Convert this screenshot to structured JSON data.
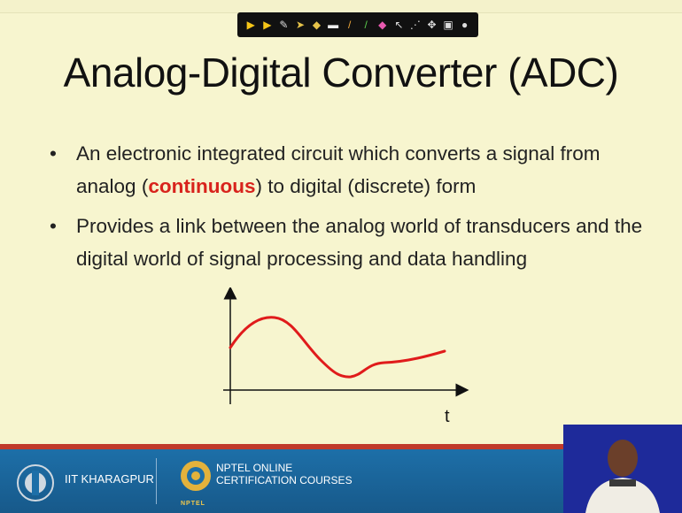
{
  "slide": {
    "title": "Analog-Digital Converter (ADC)",
    "bullet_symbol": "•",
    "bullets": [
      {
        "pre": "An electronic integrated circuit which converts a signal from analog (",
        "highlight": "continuous",
        "post": ") to digital (discrete) form"
      },
      {
        "text": "Provides a link between the analog world of transducers and the digital world of signal processing and data handling"
      }
    ],
    "graph": {
      "x_label": "t"
    },
    "colors": {
      "highlight": "#d8231c",
      "curve": "#e01b1b",
      "background": "#f7f5cf",
      "footer": "#1d6fa8"
    }
  },
  "toolbar": {
    "icons": [
      "next-arrow-icon",
      "prev-arrow-icon",
      "pointer-icon",
      "laser-icon",
      "eraser-icon",
      "highlighter-icon",
      "pen-icon",
      "green-pen-icon",
      "shape-icon",
      "text-icon",
      "cursor-icon",
      "move-icon",
      "screen-icon",
      "settings-icon"
    ]
  },
  "footer": {
    "brand_a": "IIT KHARAGPUR",
    "brand_b_line1": "NPTEL ONLINE",
    "brand_b_line2": "CERTIFICATION COURSES",
    "brand_b_sub": "NPTEL"
  }
}
